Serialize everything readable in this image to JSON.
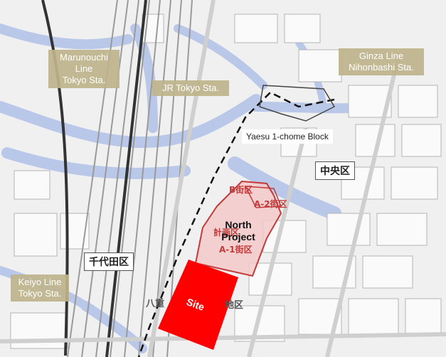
{
  "labels": {
    "marunouchi": [
      "Marunouchi",
      "Line",
      "Tokyo Sta."
    ],
    "jr_tokyo": "JR Tokyo Sta.",
    "ginza": [
      "Ginza Line",
      "Nihonbashi Sta."
    ],
    "keiyo": [
      "Keiyo Line",
      "Tokyo Sta."
    ],
    "yaesu_block": "Yaesu 1-chome Block",
    "chuo_ward": "中央区",
    "chiyoda_ward": "千代田区",
    "north_project": [
      "North",
      "Project"
    ],
    "site": "Site",
    "b_block": "B街区",
    "a2_block": "A-2街区",
    "plan_area": "計画区",
    "a1_block": "A-1街区",
    "yaesu_district_left": "八重",
    "yaesu_district_right": "地区"
  },
  "colors": {
    "site": "#ff0000",
    "project_outline": "#c23a3a",
    "project_fill": "#f3c9c9",
    "label_box": "#beb48c",
    "water": "#b8c6e6"
  }
}
